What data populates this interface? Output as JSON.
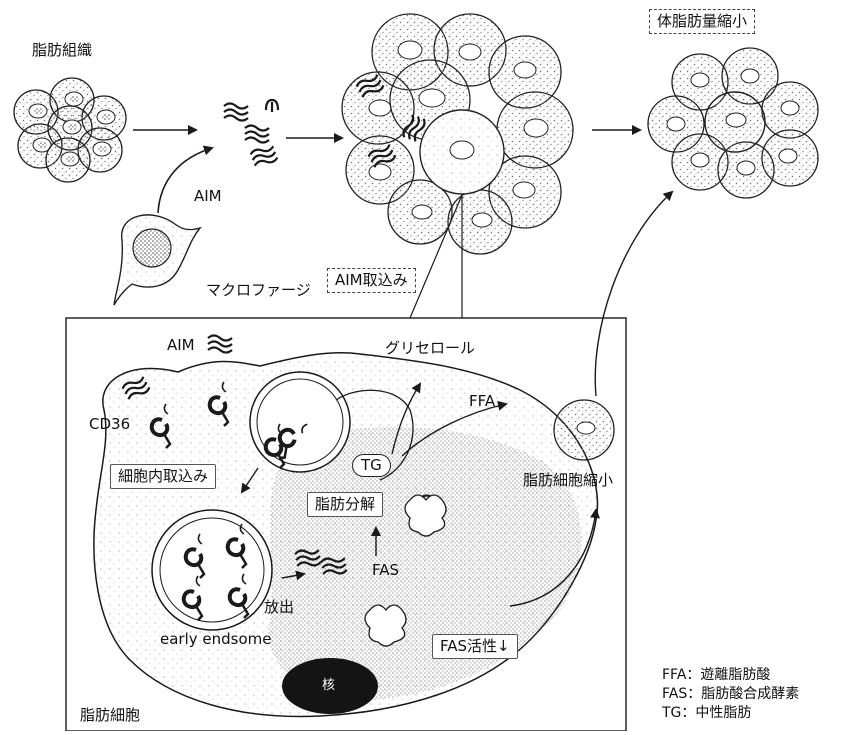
{
  "labels": {
    "adipose_tissue": "脂肪組織",
    "aim": "AIM",
    "macrophage": "マクロファージ",
    "body_fat_reduction": "体脂肪量縮小",
    "aim_uptake": "AIM取込み",
    "aim_inner": "AIM",
    "cd36": "CD36",
    "internalization": "細胞内取込み",
    "glycerol": "グリセロール",
    "ffa": "FFA",
    "tg": "TG",
    "lipolysis": "脂肪分解",
    "fas": "FAS",
    "release": "放出",
    "early_endosome": "early endsome",
    "fas_activity": "FAS活性↓",
    "adipocyte_shrink": "脂肪細胞縮小",
    "adipocyte": "脂肪細胞",
    "nucleus": "核"
  },
  "legend": [
    "FFA：遊離脂肪酸",
    "FAS：脂肪酸合成酵素",
    "TG：中性脂肪"
  ],
  "colors": {
    "line": "#1a1a1a",
    "cytoplasm_stipple": "#7a7a7a",
    "nucleus": "#141414",
    "background": "#ffffff"
  }
}
